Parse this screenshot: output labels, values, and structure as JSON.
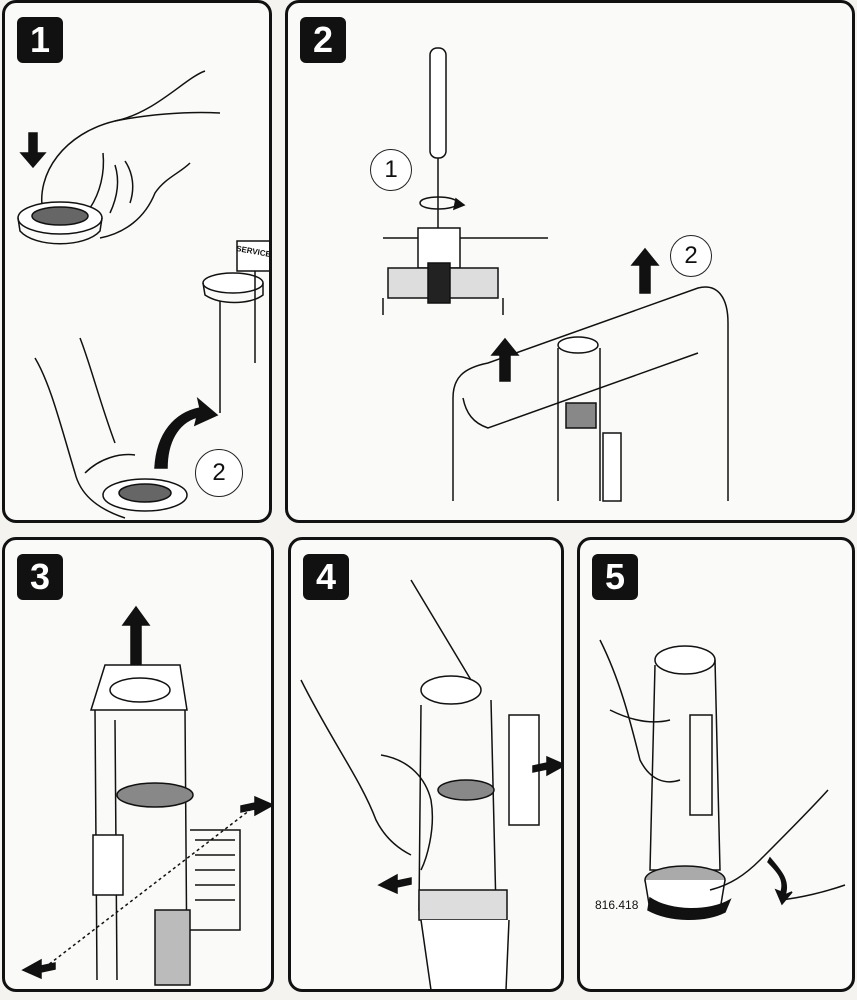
{
  "panels": [
    {
      "step": "1",
      "substeps": [
        "2"
      ]
    },
    {
      "step": "2",
      "substeps": [
        "1",
        "2"
      ]
    },
    {
      "step": "3"
    },
    {
      "step": "4"
    },
    {
      "step": "5",
      "part_number": "816.418"
    }
  ],
  "service_label": "SERVICE",
  "colors": {
    "ink": "#111111",
    "paper": "#fafaf8",
    "page": "#f4f3f0"
  }
}
